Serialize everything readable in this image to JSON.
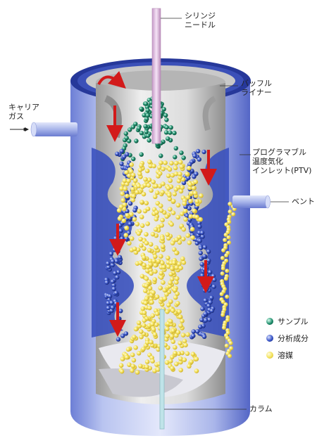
{
  "labels": {
    "syringe": [
      "シリンジ",
      "ニードル"
    ],
    "carrier": [
      "キャリア",
      "ガス"
    ],
    "baffle": [
      "バッフル",
      "ライナー"
    ],
    "ptv": [
      "プログラマブル",
      "温度気化",
      "インレット(PTV)"
    ],
    "vent": [
      "ベント"
    ],
    "column": [
      "カラム"
    ]
  },
  "legend": [
    {
      "label": "サンプル",
      "color": "#1e8a6a"
    },
    {
      "label": "分析成分",
      "color": "#2b47b8"
    },
    {
      "label": "溶媒",
      "color": "#f3e35a"
    }
  ],
  "colors": {
    "body_outer": "#b7c2ec",
    "body_dark": "#3245a8",
    "liner": "#d8d8d8",
    "arrow": "#d21a1a",
    "needle": "#e6c3e6"
  }
}
